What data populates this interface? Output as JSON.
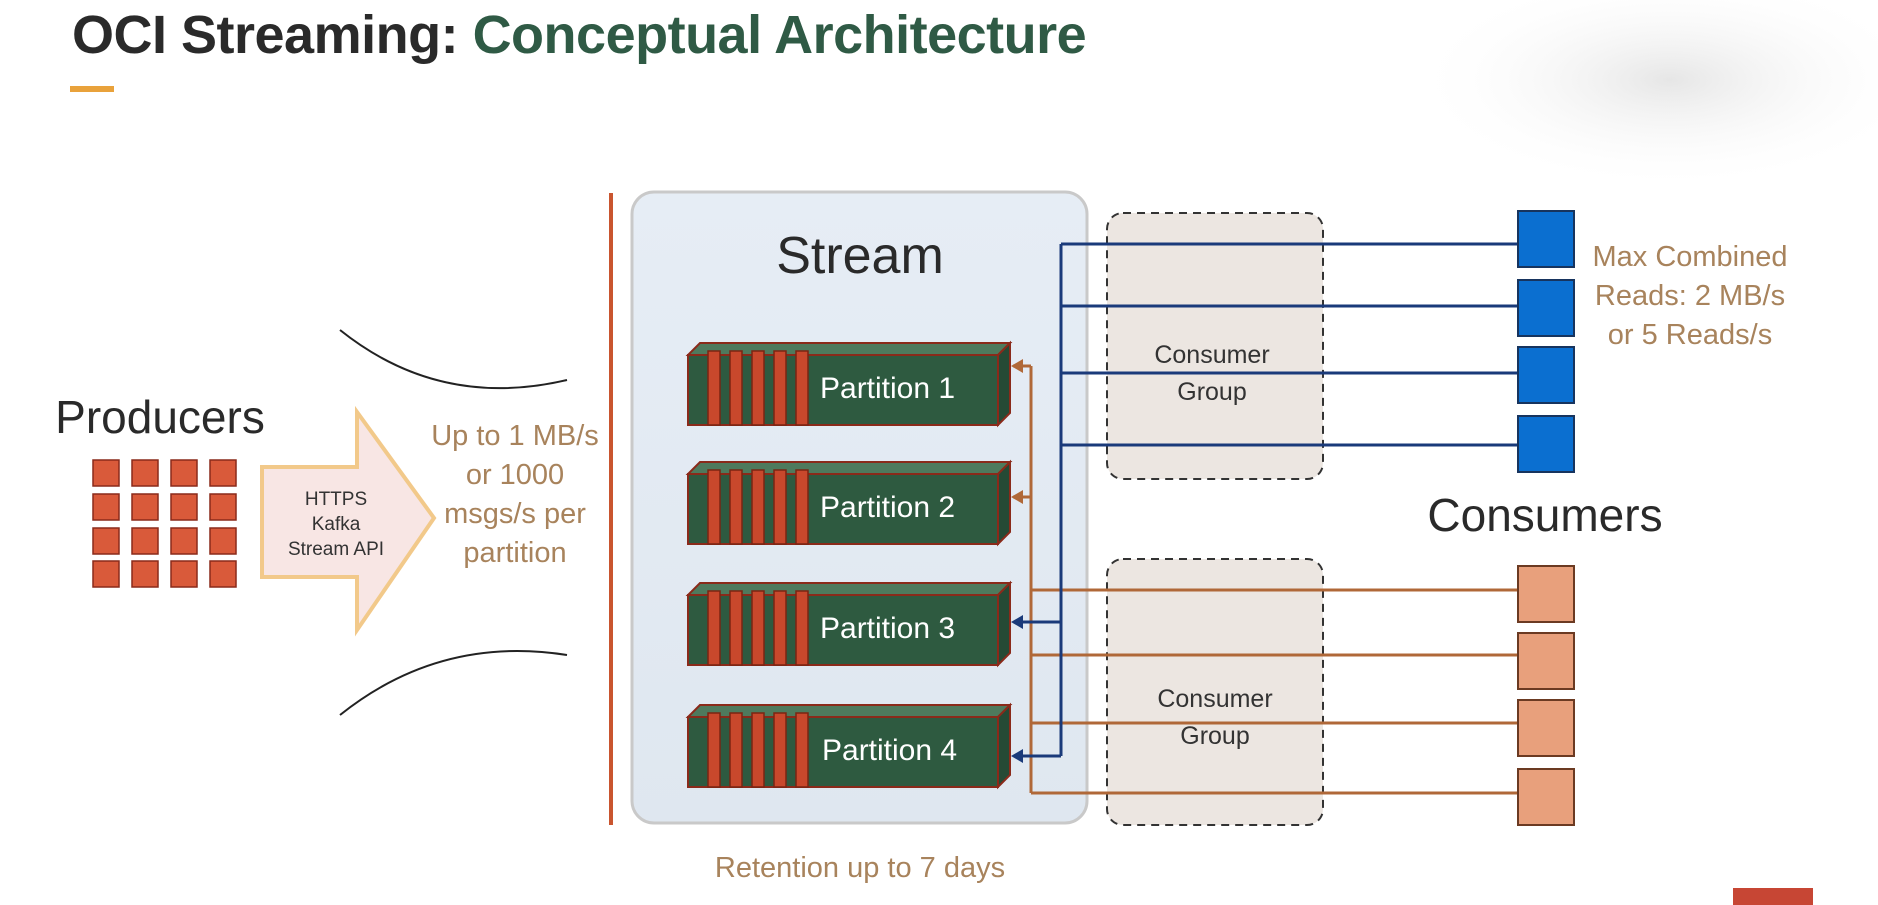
{
  "title": {
    "part1": "OCI Streaming: ",
    "part2": "Conceptual Architecture"
  },
  "producers": {
    "label": "Producers"
  },
  "api_arrow": {
    "line1": "HTTPS",
    "line2": "Kafka",
    "line3": "Stream API"
  },
  "ingest_rate": {
    "text": "Up to 1 MB/s or 1000 msgs/s per partition"
  },
  "stream": {
    "label": "Stream",
    "partitions": [
      "Partition 1",
      "Partition 2",
      "Partition 3",
      "Partition 4"
    ]
  },
  "consumer_groups": [
    {
      "line1": "Consumer",
      "line2": "Group"
    },
    {
      "line1": "Consumer",
      "line2": "Group"
    }
  ],
  "consumers": {
    "label": "Consumers"
  },
  "read_limit": {
    "text": "Max Combined Reads: 2 MB/s or 5 Reads/s"
  },
  "retention": {
    "text": "Retention up to 7 days"
  },
  "colors": {
    "brand_red": "#c74634",
    "producer_square": "#d95a3a",
    "partition_green": "#2e5a40",
    "consumer_blue": "#0b6fd0",
    "consumer_peach": "#e8a07c",
    "blue_line": "#1a3a7a",
    "orange_line": "#b06838",
    "accent_tan": "#a8835c"
  }
}
